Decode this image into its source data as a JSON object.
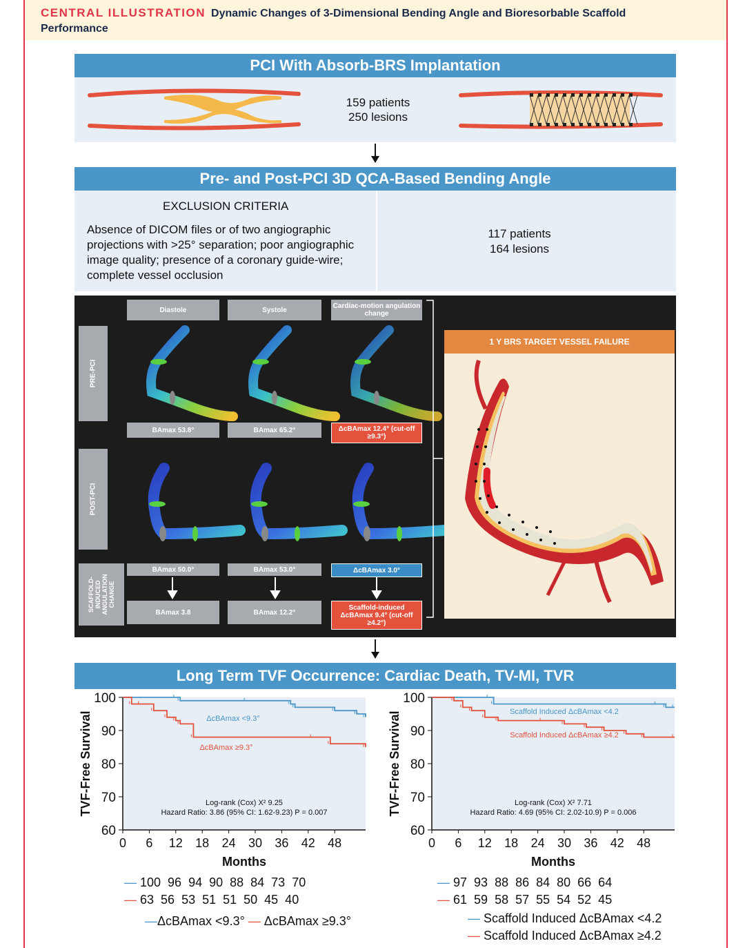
{
  "header": {
    "kicker": "CENTRAL ILLUSTRATION",
    "title": "Dynamic Changes of 3-Dimensional Bending Angle and Bioresorbable Scaffold Performance"
  },
  "section1": {
    "title": "PCI With Absorb-BRS Implantation",
    "patients": "159 patients",
    "lesions": "250 lesions"
  },
  "section2": {
    "title": "Pre- and Post-PCI 3D QCA-Based Bending Angle",
    "exclusion_heading": "EXCLUSION CRITERIA",
    "exclusion_text": "Absence of DICOM files or of two angiographic projections with >25° separation; poor angiographic image quality; presence of a coronary guide-wire; complete vessel occlusion",
    "patients": "117 patients",
    "lesions": "164 lesions"
  },
  "figure": {
    "col_diastole": "Diastole",
    "col_systole": "Systole",
    "col_change": "Cardiac-motion angulation change",
    "row_pre": "PRE-PCI",
    "row_post": "POST-PCI",
    "row_scaffold": "SCAFFOLD-INDUCED ANGULATION CHANGE",
    "pre_diastole": "BAmax 53.8°",
    "pre_systole": "BAmax 65.2°",
    "pre_change": "ΔcBAmax 12.4° (cut-off ≥9.3°)",
    "post_diastole": "BAmax 50.0°",
    "post_systole": "BAmax 53.0°",
    "post_change": "ΔcBAmax 3.0°",
    "sc_diastole": "BAmax 3.8",
    "sc_systole": "BAmax 12.2°",
    "sc_change": "Scaffold-induced ΔcBAmax 9.4° (cut-off ≥4.2°)",
    "tvf_title": "1 Y BRS TARGET VESSEL FAILURE"
  },
  "section3": {
    "title": "Long Term TVF Occurrence: Cardiac Death, TV-MI, TVR"
  },
  "colors": {
    "blue": "#4a96c8",
    "red": "#e4523d",
    "accent": "#e2354a"
  },
  "chart_data": [
    {
      "type": "line",
      "ylabel": "TVF-Free Survival",
      "xlabel": "Months",
      "xticks": [
        0,
        6,
        12,
        18,
        24,
        30,
        36,
        42,
        48
      ],
      "yticks": [
        60,
        70,
        80,
        90,
        100
      ],
      "xlim": [
        0,
        55
      ],
      "ylim": [
        60,
        100
      ],
      "series": [
        {
          "name": "ΔcBAmax <9.3°",
          "color": "#4a96c8",
          "x": [
            0,
            12,
            13,
            28,
            38,
            39,
            48,
            53,
            55
          ],
          "y": [
            100,
            100,
            99,
            99,
            98,
            97,
            96,
            95,
            94
          ]
        },
        {
          "name": "ΔcBAmax ≥9.3°",
          "color": "#e4523d",
          "x": [
            0,
            2,
            4,
            7,
            10,
            12,
            13,
            16,
            43,
            47,
            55
          ],
          "y": [
            100,
            98,
            98,
            96,
            94,
            93,
            92,
            88,
            88,
            86,
            85
          ]
        }
      ],
      "annotation": "Log-rank (Cox) X² 9.25",
      "hazard": "Hazard Ratio: 3.86 (95% CI: 1.62-9.23) P = 0.007",
      "risk_label_blue": "ΔcBAmax <9.3°",
      "risk_label_red": "ΔcBAmax ≥9.3°",
      "risk_blue": "100  96  94  90  88  84  73  70",
      "risk_red": "63  56  53  51  51  50  45  40"
    },
    {
      "type": "line",
      "ylabel": "TVF-Free Survival",
      "xlabel": "Months",
      "xticks": [
        0,
        6,
        12,
        18,
        24,
        30,
        36,
        42,
        48
      ],
      "yticks": [
        60,
        70,
        80,
        90,
        100
      ],
      "xlim": [
        0,
        55
      ],
      "ylim": [
        60,
        100
      ],
      "series": [
        {
          "name": "Scaffold Induced ΔcBAmax <4.2",
          "color": "#4a96c8",
          "x": [
            0,
            13,
            14,
            51,
            53,
            55
          ],
          "y": [
            100,
            100,
            98,
            98,
            97,
            97
          ]
        },
        {
          "name": "Scaffold Induced ΔcBAmax ≥4.2",
          "color": "#e4523d",
          "x": [
            0,
            5,
            7,
            9,
            12,
            15,
            25,
            30,
            35,
            39,
            44,
            48,
            55
          ],
          "y": [
            100,
            99,
            97,
            96,
            94,
            93,
            93,
            92,
            91,
            90,
            89,
            88,
            88
          ]
        }
      ],
      "annotation": "Log-rank (Cox) X² 7.71",
      "hazard": "Hazard Ratio: 4.69 (95% CI: 2.02-10.9) P = 0.006",
      "risk_label_blue": "Scaffold Induced ΔcBAmax <4.2",
      "risk_label_red": "Scaffold Induced ΔcBAmax ≥4.2",
      "risk_blue": "97  93  88  86  84  80  66  64",
      "risk_red": "61  59  58  57  55  54  52  45"
    }
  ]
}
